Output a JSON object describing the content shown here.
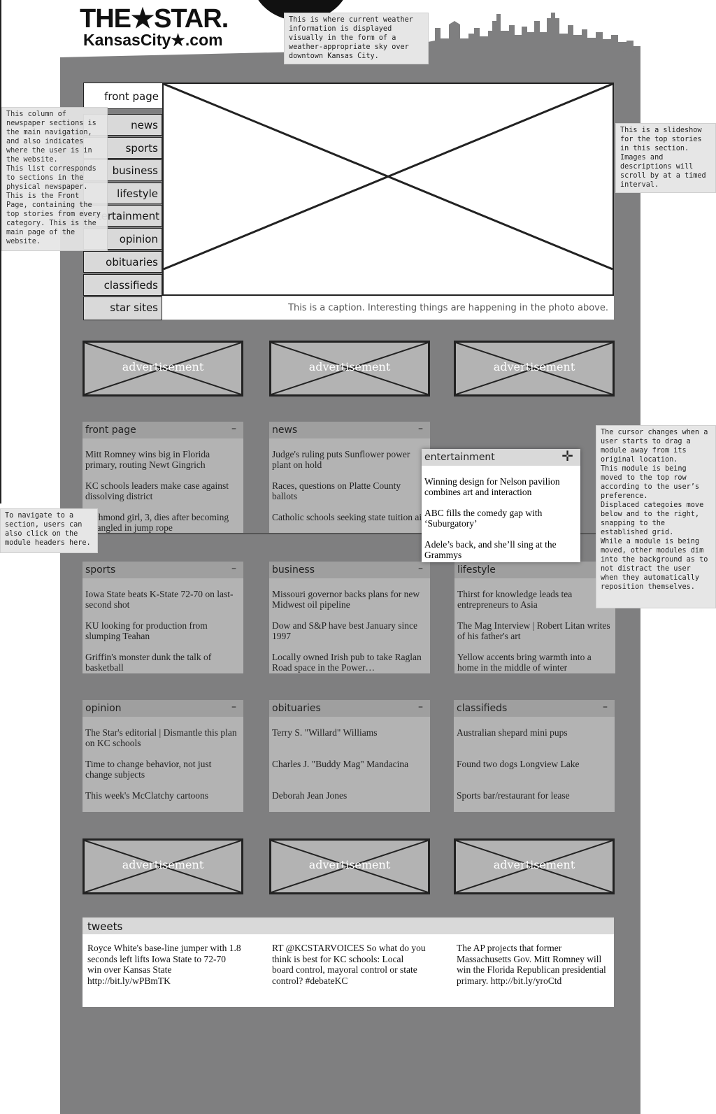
{
  "header": {
    "logo_line1": "THE★STAR.",
    "logo_line2": "KansasCity★.com",
    "weather_note": "This is where current weather information is displayed visually in the form of a weather-appropriate sky over downtown Kansas City."
  },
  "nav": {
    "items": [
      "front page",
      "news",
      "sports",
      "business",
      "lifestyle",
      "entertainment",
      "opinion",
      "obituaries",
      "classifieds",
      "star sites"
    ],
    "note": "This column of newspaper sections is the main navigation, and also indicates where the user is in the website.\nThis list corresponds to sections in the physical newspaper.\nThis is the Front Page, containing the top stories from every category. This is the main page of the website."
  },
  "slideshow": {
    "caption": "This is a caption. Interesting things are happening in the photo above.",
    "note": "This is a slideshow for the top stories in this section. Images and descriptions will scroll by at a timed interval."
  },
  "ads": {
    "label": "advertisement"
  },
  "modules": {
    "collapse_symbol": "–",
    "front_page": {
      "title": "front page",
      "stories": [
        "Mitt Romney wins big in Florida primary, routing Newt Gingrich",
        "KC schools leaders make case against dissolving district",
        "Richmond girl, 3, dies after becoming entangled in jump rope"
      ]
    },
    "news": {
      "title": "news",
      "stories": [
        "Judge's ruling puts Sunflower power plant on hold",
        "Races, questions on Platte County ballots",
        "Catholic schools seeking state tuition aid"
      ]
    },
    "entertainment": {
      "title": "entertainment",
      "move_symbol": "✛",
      "stories": [
        "Winning design for Nelson pavilion combines art and interaction",
        "ABC fills the comedy gap with ‘Suburgatory’",
        "Adele’s back, and she’ll sing at the Grammys"
      ]
    },
    "sports": {
      "title": "sports",
      "stories": [
        "Iowa State beats K-State 72-70 on last-second shot",
        "KU looking for production from slumping Teahan",
        "Griffin's monster dunk the talk of basketball"
      ]
    },
    "business": {
      "title": "business",
      "stories": [
        "Missouri governor backs plans for new Midwest oil pipeline",
        "Dow and S&P have best January since 1997",
        "Locally owned Irish pub to take Raglan Road space in the Power…"
      ]
    },
    "lifestyle": {
      "title": "lifestyle",
      "stories": [
        "Thirst for knowledge leads tea entrepreneurs to Asia",
        "The Mag Interview | Robert Litan writes of his father's art",
        "Yellow accents bring warmth into a home in the middle of winter"
      ]
    },
    "opinion": {
      "title": "opinion",
      "stories": [
        "The Star's editorial | Dismantle this plan on KC schools",
        "Time to change behavior, not just change subjects",
        "This week's McClatchy cartoons"
      ]
    },
    "obituaries": {
      "title": "obituaries",
      "stories": [
        "Terry S. \"Willard\" Williams",
        "Charles J. \"Buddy Mag\" Mandacina",
        "Deborah Jean Jones"
      ]
    },
    "classifieds": {
      "title": "classifieds",
      "stories": [
        "Australian shepard mini pups",
        "Found two dogs Longview Lake",
        "Sports bar/restaurant for lease"
      ]
    }
  },
  "notes": {
    "module_header": "To navigate to a section, users can also click on the module headers here.",
    "drag": "The cursor changes when a user starts to drag a module away from its original location.\nThis module is being moved to the top row according to the user’s preference.\nDisplaced categoies move below and to the right, snapping to the established grid.\nWhile a module is being moved, other modules dim into the background as to not distract the user when they automatically reposition themselves."
  },
  "tweets": {
    "title": "tweets",
    "items": [
      "Royce White's base-line jumper with 1.8 seconds left lifts Iowa State to 72-70 win over Kansas State http://bit.ly/wPBmTK",
      "RT @KCSTARVOICES So what do you think is best for KC schools: Local board control, mayoral control or state control? #debateKC",
      "The AP projects that former Massachusetts Gov. Mitt Romney will win the Florida Republican presidential primary. http://bit.ly/yroCtd"
    ]
  }
}
